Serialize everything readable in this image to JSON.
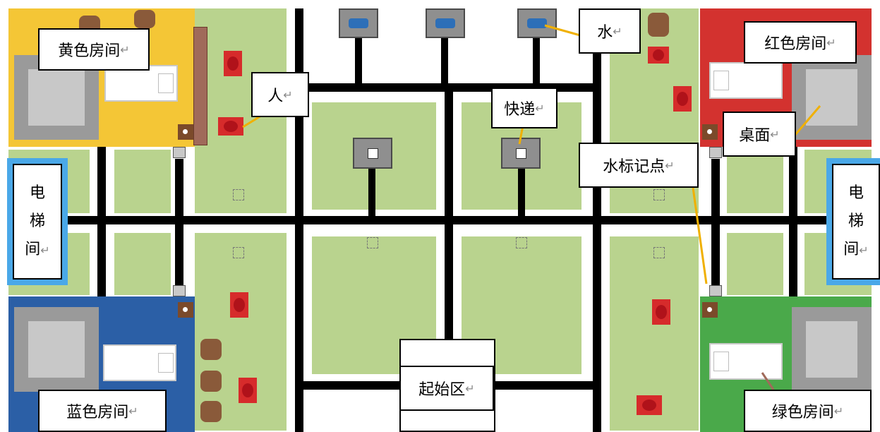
{
  "map": {
    "title": "",
    "colors": {
      "yellow_room": "#f4c636",
      "red_room": "#d3322f",
      "blue_room": "#2b5fa6",
      "green_room": "#4aa94a",
      "grass": "#b9d38e",
      "road": "#000000",
      "elevator": "#4aa8e8",
      "water": "#2d6fb8",
      "person": "#d62b2b",
      "chair": "#8a5a3a",
      "leader_line": "#f0b000"
    },
    "labels": {
      "yellow_room": "黄色房间",
      "red_room": "红色房间",
      "blue_room": "蓝色房间",
      "green_room": "绿色房间",
      "person": "人",
      "express": "快递",
      "water": "水",
      "water_marker": "水标记点",
      "desk": "桌面",
      "start_zone": "起始区",
      "elevator_left": [
        "电",
        "梯",
        "间"
      ],
      "elevator_right": [
        "电",
        "梯",
        "间"
      ],
      "return_mark": "↵"
    },
    "icons": {
      "water": "water-icon",
      "express": "package-icon",
      "person": "person-icon",
      "chair": "chair-icon",
      "bed": "bed-icon",
      "desk": "desk-icon"
    }
  }
}
